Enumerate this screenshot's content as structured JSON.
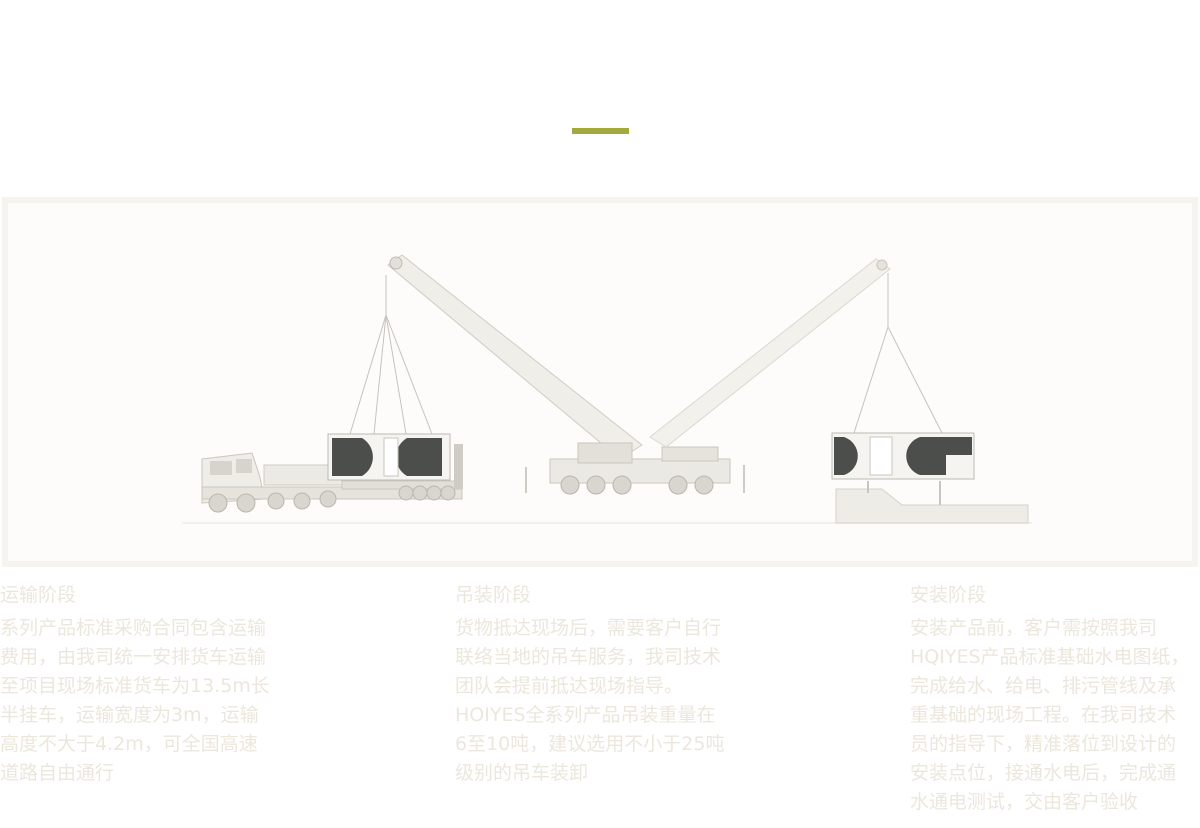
{
  "colors": {
    "accent": "#a3a93a",
    "stage_text": "#ece7dd"
  },
  "illustration": {
    "icon": "crane-transport-installation-illustration"
  },
  "stages": [
    {
      "title": "运输阶段",
      "lines": [
        "系列产品标准采购合同包含运输",
        "费用，由我司统一安排货车运输",
        "至项目现场标准货车为13.5m长",
        "半挂车，运输宽度为3m，运输",
        "高度不大于4.2m，可全国高速",
        "道路自由通行"
      ]
    },
    {
      "title": "吊装阶段",
      "lines": [
        "货物抵达现场后，需要客户自行",
        "联络当地的吊车服务，我司技术",
        "团队会提前抵达现场指导。",
        "HOIYES全系列产品吊装重量在",
        "6至10吨，建议选用不小于25吨",
        "级别的吊车装卸"
      ]
    },
    {
      "title": "安装阶段",
      "lines": [
        "安装产品前，客户需按照我司",
        "HQIYES产品标准基础水电图纸，",
        "完成给水、给电、排污管线及承",
        "重基础的现场工程。在我司技术",
        "员的指导下，精准落位到设计的",
        "安装点位，接通水电后，完成通",
        "水通电测试，交由客户验收"
      ]
    }
  ]
}
